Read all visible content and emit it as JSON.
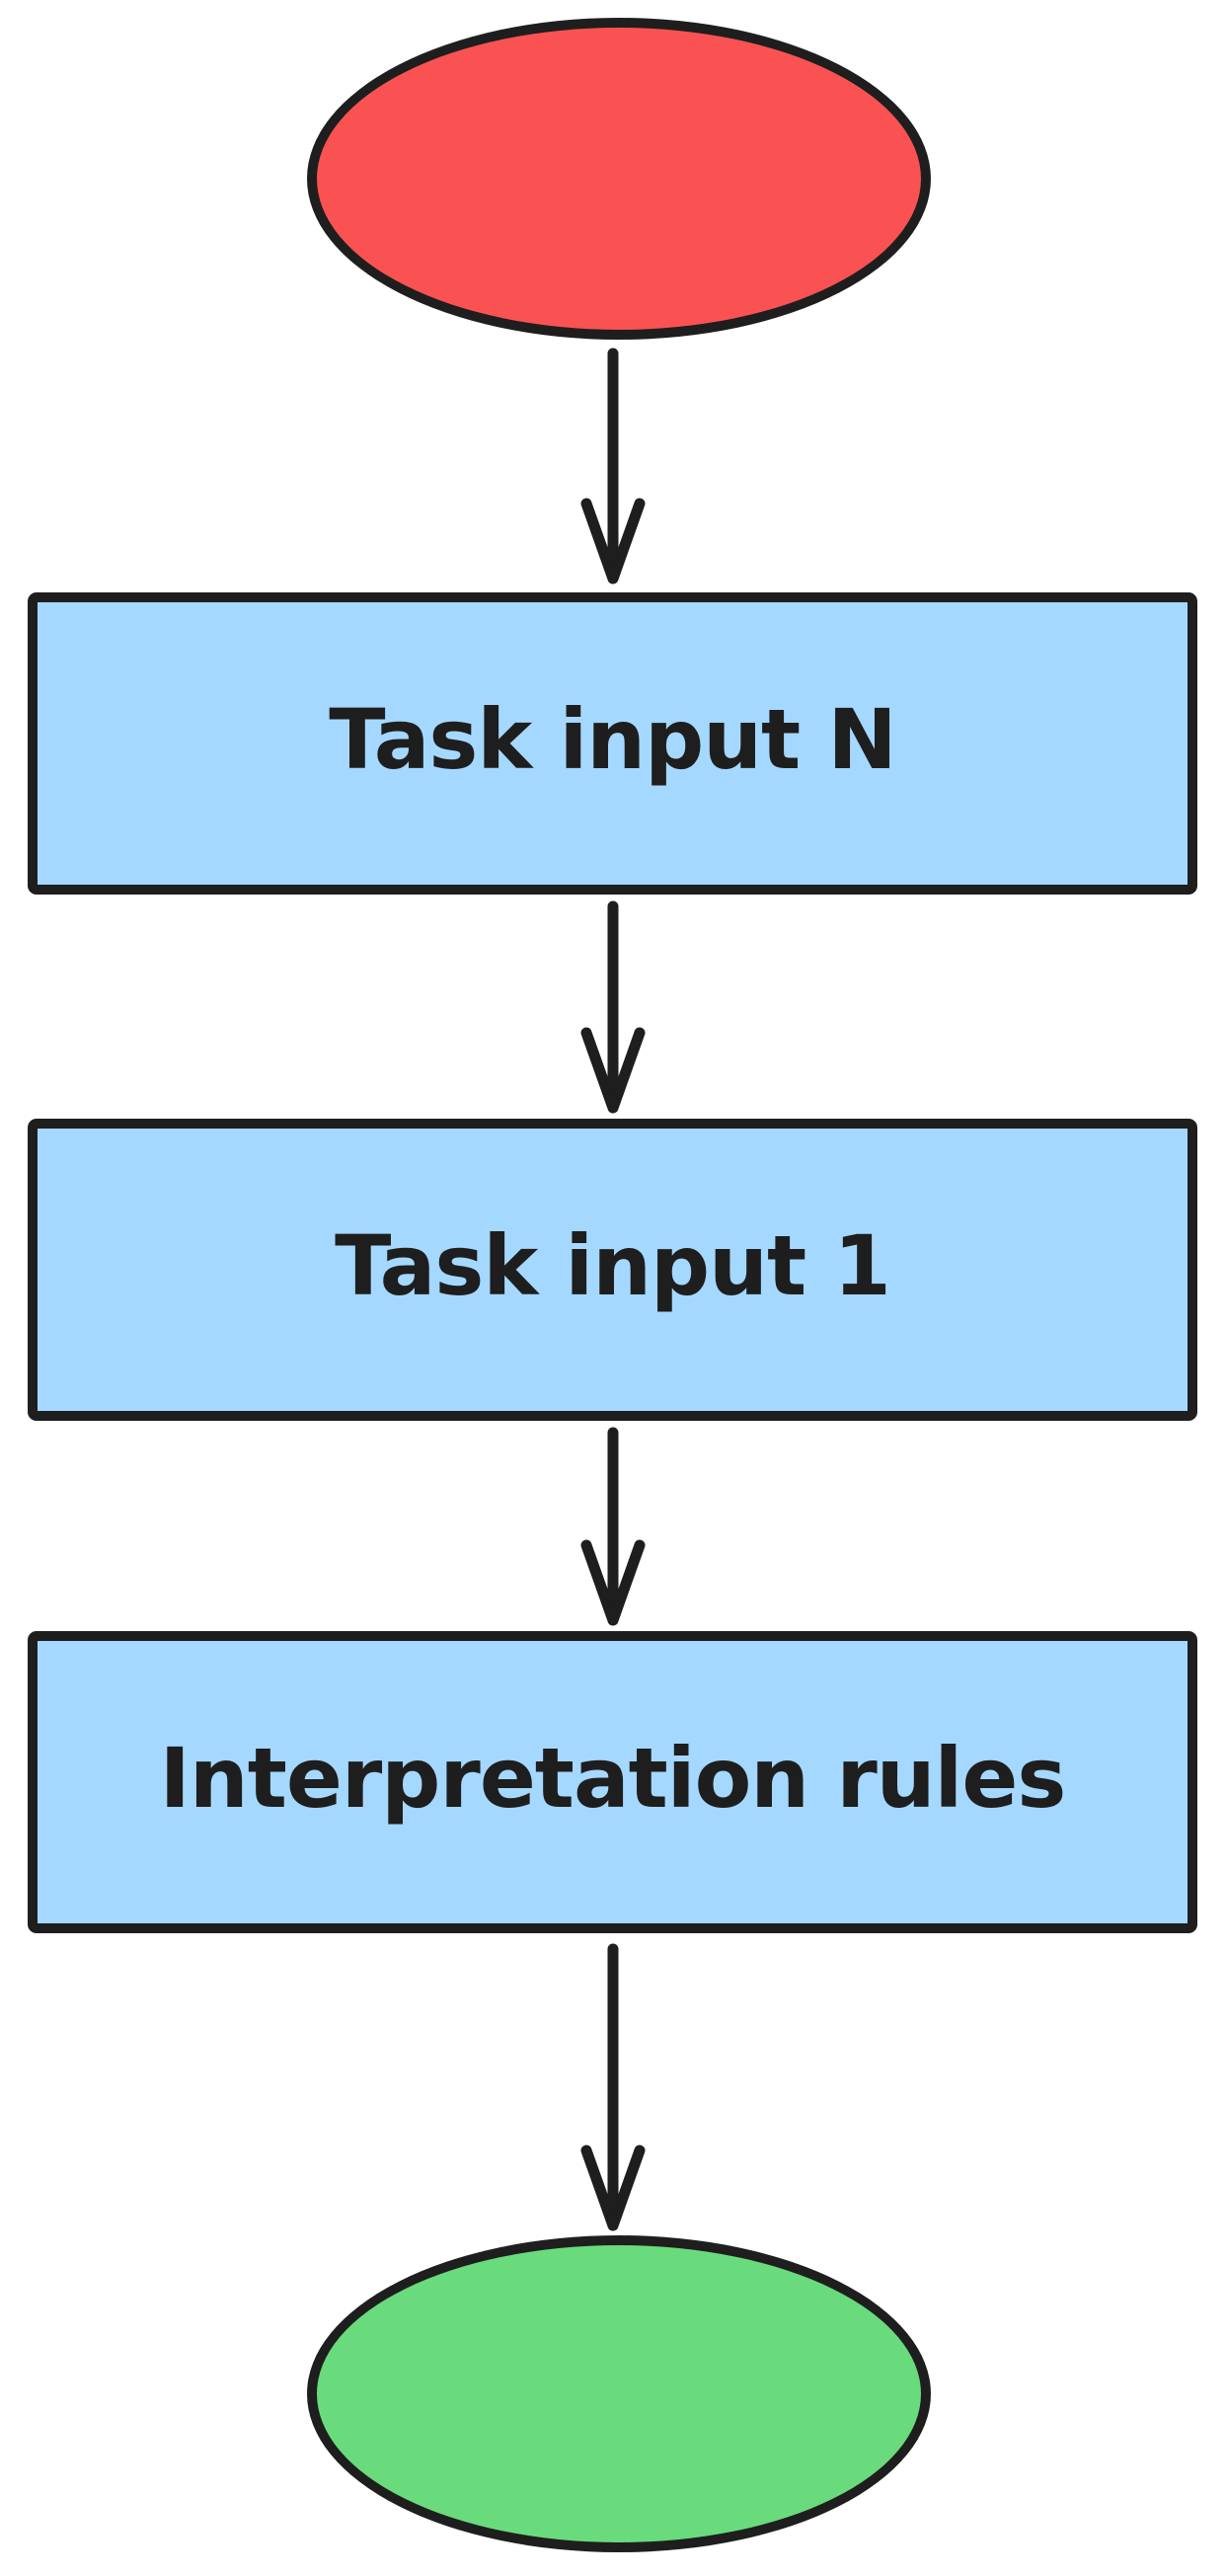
{
  "diagram": {
    "title": "task-interpretation-flowchart",
    "start_node": {
      "id": "start",
      "shape": "ellipse",
      "color_key": "red",
      "label": ""
    },
    "nodes": [
      {
        "id": "task-input-n",
        "shape": "rectangle",
        "color_key": "blue",
        "label": "Task input N"
      },
      {
        "id": "task-input-1",
        "shape": "rectangle",
        "color_key": "blue",
        "label": "Task input 1"
      },
      {
        "id": "interpretation-rules",
        "shape": "rectangle",
        "color_key": "blue",
        "label": "Interpretation rules"
      }
    ],
    "end_node": {
      "id": "end",
      "shape": "ellipse",
      "color_key": "green",
      "label": ""
    },
    "edges": [
      {
        "from": "start",
        "to": "task-input-n",
        "style": "arrow-down"
      },
      {
        "from": "task-input-n",
        "to": "task-input-1",
        "style": "arrow-down"
      },
      {
        "from": "task-input-1",
        "to": "interpretation-rules",
        "style": "arrow-down"
      },
      {
        "from": "interpretation-rules",
        "to": "end",
        "style": "arrow-down"
      }
    ]
  },
  "colors": {
    "red": "#fa5252",
    "blue": "#a5d8ff",
    "green": "#69db7c",
    "stroke": "#1e1e1e",
    "background": "#ffffff"
  }
}
